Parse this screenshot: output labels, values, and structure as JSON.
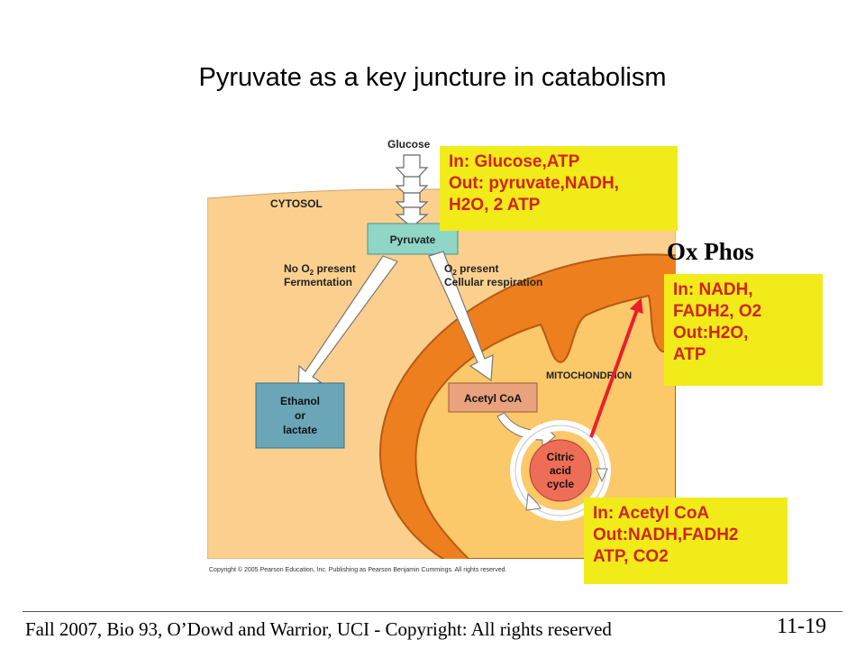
{
  "slide": {
    "title": "Pyruvate as a key juncture in catabolism",
    "footer": "Fall 2007, Bio 93, O’Dowd and Warrior, UCI - Copyright: All rights reserved",
    "number": "11-19"
  },
  "diagram": {
    "glucose": "Glucose",
    "cytosol": "CYTOSOL",
    "pyruvate": "Pyruvate",
    "no_o2_line1": "No O",
    "no_o2_sub": "2",
    "no_o2_rest": " present",
    "fermentation": "Fermentation",
    "o2_line1": "O",
    "o2_sub": "2",
    "o2_rest": " present",
    "cellular_respiration": "Cellular respiration",
    "ethanol": "Ethanol",
    "or": "or",
    "lactate": "lactate",
    "acetyl_coa": "Acetyl CoA",
    "mitochondrion": "MITOCHONDRION",
    "citric": "Citric",
    "acid": "acid",
    "cycle": "cycle",
    "copyright": "Copyright © 2005 Pearson Education, Inc. Publishing as Pearson Benjamin Cummings. All rights reserved."
  },
  "callouts": {
    "glycolysis": [
      "In: Glucose,ATP",
      "Out: pyruvate,NADH,",
      "H2O, 2 ATP"
    ],
    "ox_phos_title": "Ox Phos",
    "ox_phos": [
      "In: NADH,",
      "FADH2, O2",
      "Out:H2O,",
      "ATP"
    ],
    "citric": [
      "In: Acetyl CoA",
      "Out:NADH,FADH2",
      "ATP, CO2"
    ]
  },
  "colors": {
    "cytosol": "#fbd08f",
    "mito_outer": "#ee7f1f",
    "mito_inner": "#fbc86a",
    "pyruvate_box": "#8fd6c6",
    "ethanol_box": "#6aa6b8",
    "acetyl_box": "#e9a27e",
    "citric_circle": "#ee6d56",
    "callout_bg": "#f2eb1a",
    "callout_text": "#d2231e",
    "red_arrow": "#e8202a"
  }
}
